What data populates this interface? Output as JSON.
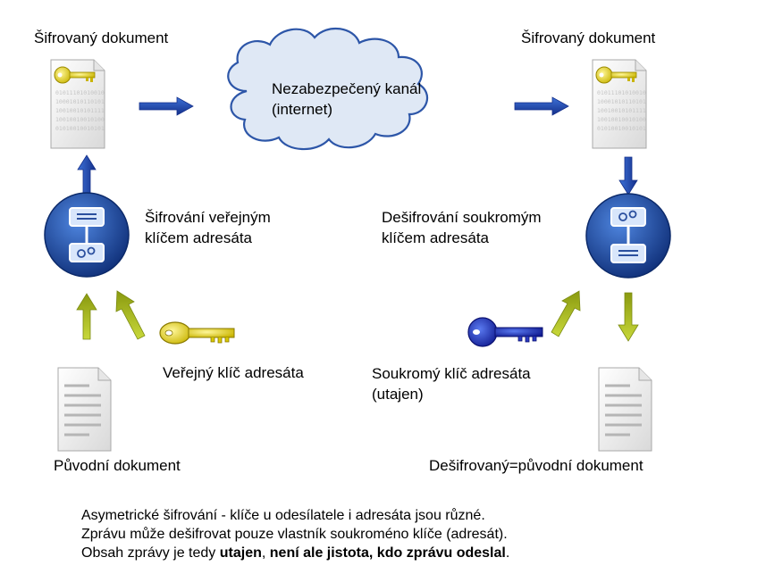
{
  "labels": {
    "encrypted_doc_left": "Šifrovaný dokument",
    "encrypted_doc_right": "Šifrovaný dokument",
    "channel_line1": "Nezabezpečený kanál",
    "channel_line2": "(internet)",
    "encrypt_line1": "Šifrování veřejným",
    "encrypt_line2": "klíčem adresáta",
    "decrypt_line1": "Dešifrování soukromým",
    "decrypt_line2": "klíčem adresáta",
    "public_key": "Veřejný klíč adresáta",
    "private_key_line1": "Soukromý klíč adresáta",
    "private_key_line2": "(utajen)",
    "original_doc": "Původní dokument",
    "decrypted_doc": "Dešifrovaný=původní dokument"
  },
  "binary_text": [
    "01011101010010",
    "10001010110101",
    "10010010101111",
    "10010010010100",
    "01010010010101"
  ],
  "caption": {
    "line1": "Asymetrické šifrování - klíče u odesílatele i adresáta jsou různé.",
    "line2": "Zprávu může dešifrovat pouze vlastník soukroméno klíče (adresát).",
    "line3_prefix": "Obsah zprávy je tedy ",
    "line3_bold1": "utajen",
    "line3_sep": ", ",
    "line3_bold2": "není ale jistota, kdo zprávu odeslal",
    "line3_suffix": "."
  },
  "colors": {
    "arrow_blue": "#1f3fa6",
    "arrow_green": "#a8b820",
    "key_yellow": "#f2e51a",
    "key_blue": "#1f2fb8",
    "cloud_fill": "#dfe8f5",
    "cloud_stroke": "#2d56a8",
    "process_circle": "#1f4fa0"
  },
  "icons": [
    "encrypted-document-icon",
    "plain-document-icon",
    "cloud-icon",
    "process-icon",
    "key-icon"
  ]
}
